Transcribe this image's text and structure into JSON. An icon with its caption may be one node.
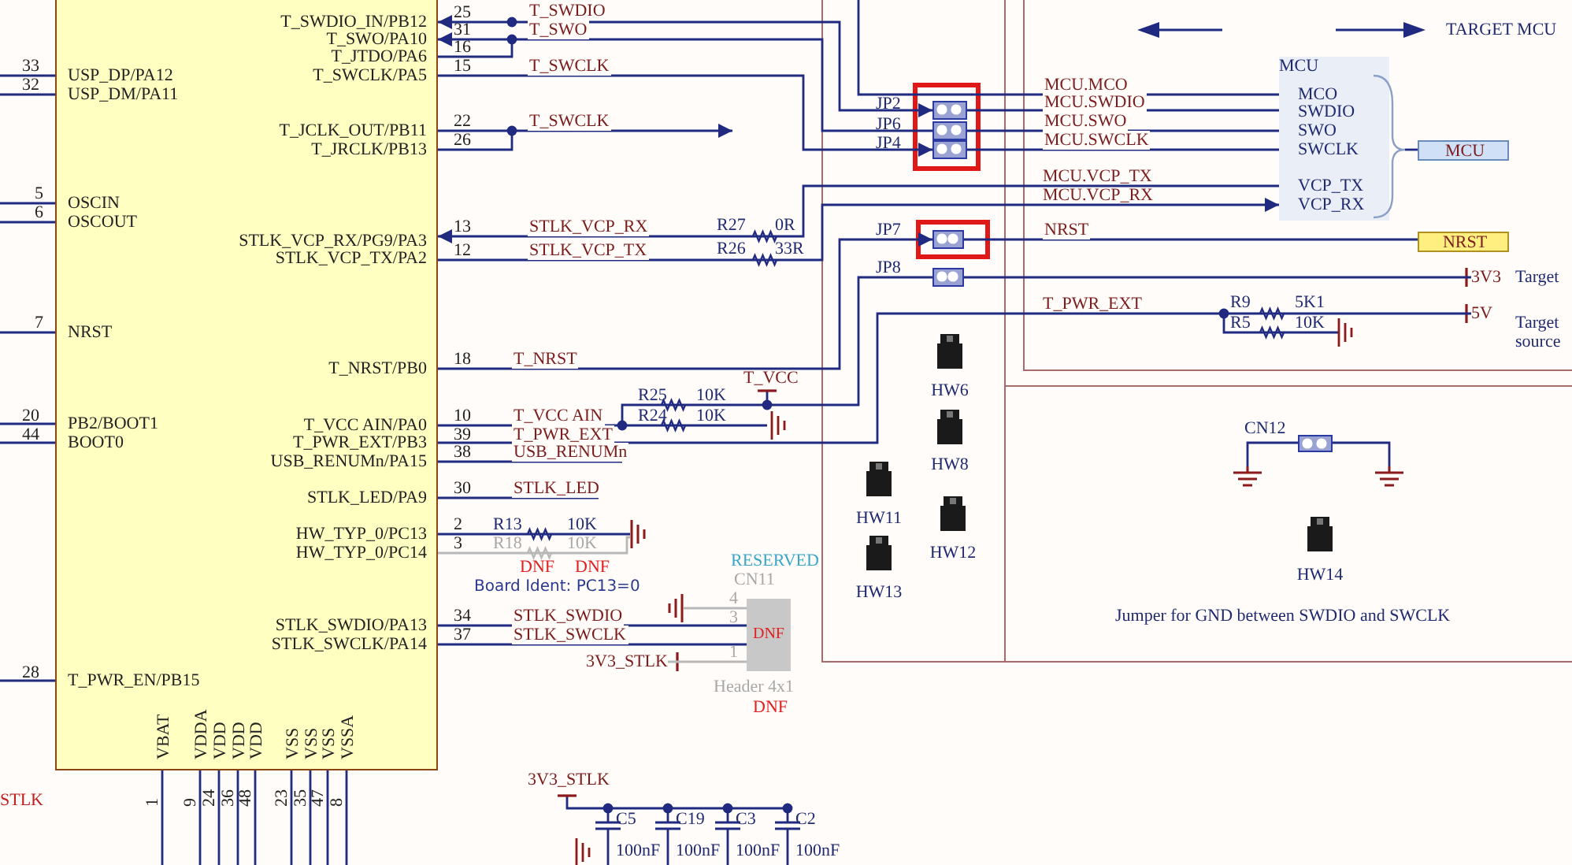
{
  "diagram": {
    "nodes": [
      {
        "text": [
          "T_SWDIO_IN/PB12",
          "T_SWO/PA10",
          "T_JTDO/PA6",
          "T_SWCLK/PA5",
          "USP_DP/PA12",
          "USP_DM/PA11",
          "T_JCLK_OUT/PB11",
          "T_JRCLK/PB13",
          "OSCIN",
          "OSCOUT",
          "STLK_VCP_RX/PG9/PA3",
          "STLK_VCP_TX/PA2",
          "NRST",
          "T_NRST/PB0",
          "PB2/BOOT1",
          "T_VCC AIN/PA0",
          "BOOT0",
          "T_PWR_EXT/PB3",
          "USB_RENUMn/PA15",
          "STLK_LED/PA9",
          "HW_TYP_0/PC13",
          "HW_TYP_0/PC14",
          "STLK_SWDIO/PA13",
          "STLK_SWCLK/PA14",
          "T_PWR_EN/PB15",
          "VBAT",
          "VDDA",
          "VDD",
          "VDD",
          "VDD",
          "VSS",
          "VSS",
          "VSS",
          "VSSA"
        ],
        "beside": [
          "25",
          "31",
          "16",
          "15",
          "33",
          "32",
          "22",
          "26",
          "5",
          "6",
          "13",
          "12",
          "7",
          "18",
          "20",
          "44",
          "10",
          "39",
          "38",
          "30",
          "2",
          "3",
          "34",
          "37",
          "28",
          "1",
          "9",
          "24",
          "36",
          "48",
          "23",
          "35",
          "47",
          "8"
        ]
      },
      {
        "text": [],
        "shape": "box",
        "beside": [
          "JP2"
        ]
      },
      {
        "text": [],
        "shape": "box",
        "beside": [
          "JP6"
        ]
      },
      {
        "text": [],
        "shape": "box",
        "beside": [
          "JP4"
        ]
      },
      {
        "text": [],
        "shape": "box",
        "beside": [
          "JP7"
        ]
      },
      {
        "text": [],
        "shape": "box",
        "beside": [
          "JP8"
        ]
      },
      {
        "text": [
          "MCU",
          "MCO",
          "SWDIO",
          "SWO",
          "SWCLK",
          "VCP_TX",
          "VCP_RX"
        ]
      },
      {
        "text": [
          "MCU"
        ]
      },
      {
        "text": [
          "NRST"
        ]
      },
      {
        "text": [
          "DNF"
        ],
        "beside": [
          "RESERVED",
          "CN11",
          "Header 4x1",
          "DNF"
        ]
      },
      {
        "text": [],
        "shape": "box",
        "beside": [
          "CN12"
        ]
      },
      {
        "text": [
          "3V3"
        ],
        "beside": [
          "Target"
        ]
      },
      {
        "text": [
          "5V"
        ],
        "beside": [
          "Target source"
        ]
      },
      {
        "text": [],
        "shape": "ground"
      },
      {
        "text": [],
        "shape": "ground"
      },
      {
        "text": [],
        "shape": "ground"
      },
      {
        "text": [],
        "shape": "ground"
      },
      {
        "text": [
          "3V3_STLK"
        ]
      }
    ],
    "edges": [
      {
        "from": 0,
        "to": 1,
        "arrow": "both",
        "label": "T_SWDIO"
      },
      {
        "from": 2,
        "to": 0,
        "arrow": "to",
        "label": "T_SWO"
      },
      {
        "from": 0,
        "to": 3,
        "arrow": "to",
        "label": "T_SWCLK"
      },
      {
        "from": 0,
        "to": null,
        "arrow": "to",
        "label": "T_SWCLK"
      },
      {
        "from": 6,
        "to": 0,
        "arrow": "to",
        "label": "STLK_VCP_RX"
      },
      {
        "from": 0,
        "to": 6,
        "arrow": "to",
        "label": "STLK_VCP_TX"
      },
      {
        "from": 0,
        "to": 4,
        "arrow": "to",
        "label": "T_NRST"
      },
      {
        "from": 4,
        "to": 8,
        "arrow": "none",
        "label": "NRST"
      },
      {
        "from": null,
        "to": 6,
        "arrow": "none",
        "label": "MCU.MCO"
      },
      {
        "from": 1,
        "to": 6,
        "arrow": "none",
        "label": "MCU.SWDIO"
      },
      {
        "from": 2,
        "to": 6,
        "arrow": "none",
        "label": "MCU.SWO"
      },
      {
        "from": 3,
        "to": 6,
        "arrow": "none",
        "label": "MCU.SWCLK"
      },
      {
        "from": 6,
        "to": 7,
        "arrow": "none"
      },
      {
        "from": 0,
        "to": 5,
        "arrow": "none",
        "label": "T_VCC AIN"
      },
      {
        "from": 0,
        "to": 9,
        "arrow": "none",
        "label": "STLK_SWDIO"
      },
      {
        "from": 0,
        "to": 9,
        "arrow": "none",
        "label": "STLK_SWCLK"
      },
      {
        "from": 5,
        "to": 11,
        "arrow": "none"
      },
      {
        "from": 0,
        "to": 12,
        "arrow": "none",
        "label": "T_PWR_EXT"
      },
      {
        "from": 0,
        "to": null,
        "arrow": "none",
        "label": "USB_RENUMn"
      },
      {
        "from": 0,
        "to": null,
        "arrow": "none",
        "label": "STLK_LED"
      },
      {
        "from": 0,
        "to": 15,
        "arrow": "none"
      },
      {
        "from": 0,
        "to": 15,
        "arrow": "none",
        "color": "#b8b8b8"
      },
      {
        "from": 9,
        "to": 16,
        "arrow": "none",
        "color": "#b8b8b8"
      },
      {
        "from": 17,
        "to": 9,
        "arrow": "none",
        "color": "#b8b8b8"
      },
      {
        "from": 10,
        "to": 13,
        "arrow": "none"
      },
      {
        "from": 10,
        "to": 14,
        "arrow": "none"
      },
      {
        "from": null,
        "to": 0,
        "arrow": "none"
      },
      {
        "from": null,
        "to": 0,
        "arrow": "none"
      },
      {
        "from": null,
        "to": 0,
        "arrow": "none"
      },
      {
        "from": null,
        "to": 0,
        "arrow": "none"
      },
      {
        "from": null,
        "to": 0,
        "arrow": "none"
      },
      {
        "from": null,
        "to": 0,
        "arrow": "none"
      },
      {
        "from": null,
        "to": 0,
        "arrow": "none"
      },
      {
        "from": null,
        "to": 0,
        "arrow": "none"
      },
      {
        "from": 0,
        "to": null,
        "arrow": "none"
      },
      {
        "from": 0,
        "to": null,
        "arrow": "none"
      },
      {
        "from": 0,
        "to": null,
        "arrow": "none"
      },
      {
        "from": 0,
        "to": null,
        "arrow": "none"
      },
      {
        "from": 0,
        "to": null,
        "arrow": "none"
      },
      {
        "from": 0,
        "to": null,
        "arrow": "none"
      },
      {
        "from": 0,
        "to": null,
        "arrow": "none"
      },
      {
        "from": 0,
        "to": null,
        "arrow": "none"
      },
      {
        "from": 0,
        "to": null,
        "arrow": "none"
      }
    ],
    "labels": [
      "TARGET MCU",
      "MCU.VCP_TX",
      "MCU.VCP_RX",
      "R27",
      "0R",
      "R26",
      "33R",
      "T_PWR_EXT",
      "R9",
      "5K1",
      "R5",
      "10K",
      "T_VCC",
      "R25",
      "10K",
      "HW6",
      "R24",
      "10K",
      "HW8",
      "R13",
      "10K",
      "HW11",
      "R18",
      "10K",
      "HW12",
      "DNF",
      "DNF",
      "Board Ident: PC13=0",
      "HW13",
      "HW14",
      "4",
      "3",
      "Jumper for GND between SWDIO and SWCLK",
      "1",
      "3V3_STLK",
      "STLK",
      "C5",
      "C19",
      "C3",
      "C2",
      "100nF",
      "100nF",
      "100nF",
      "100nF"
    ]
  }
}
